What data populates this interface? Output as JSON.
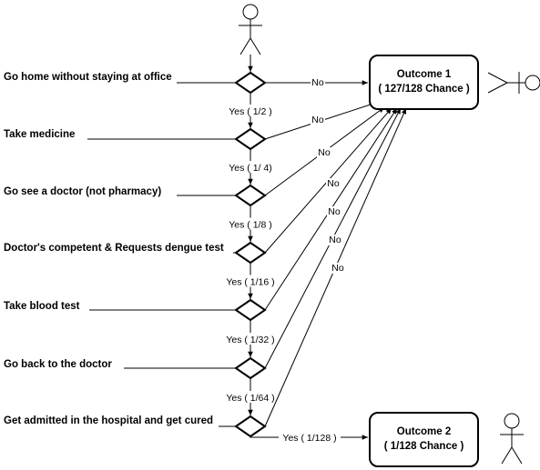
{
  "steps": [
    {
      "label": "Go home without staying at office",
      "yes": "Yes  ( 1/2 )"
    },
    {
      "label": "Take medicine",
      "yes": "Yes  ( 1/ 4)"
    },
    {
      "label": "Go see a doctor (not pharmacy)",
      "yes": "Yes  ( 1/8 )"
    },
    {
      "label": "Doctor's competent & Requests dengue test",
      "yes": "Yes  ( 1/16 )"
    },
    {
      "label": "Take blood test",
      "yes": "Yes  ( 1/32 )"
    },
    {
      "label": "Go back to the doctor",
      "yes": "Yes  ( 1/64 )"
    },
    {
      "label": "Get admitted in the hospital and get cured",
      "yes": "Yes  ( 1/128 )"
    }
  ],
  "no_label": "No",
  "outcome1": {
    "title": "Outcome 1",
    "chance": "( 127/128 Chance )"
  },
  "outcome2": {
    "title": "Outcome 2",
    "chance": "( 1/128 Chance )"
  }
}
